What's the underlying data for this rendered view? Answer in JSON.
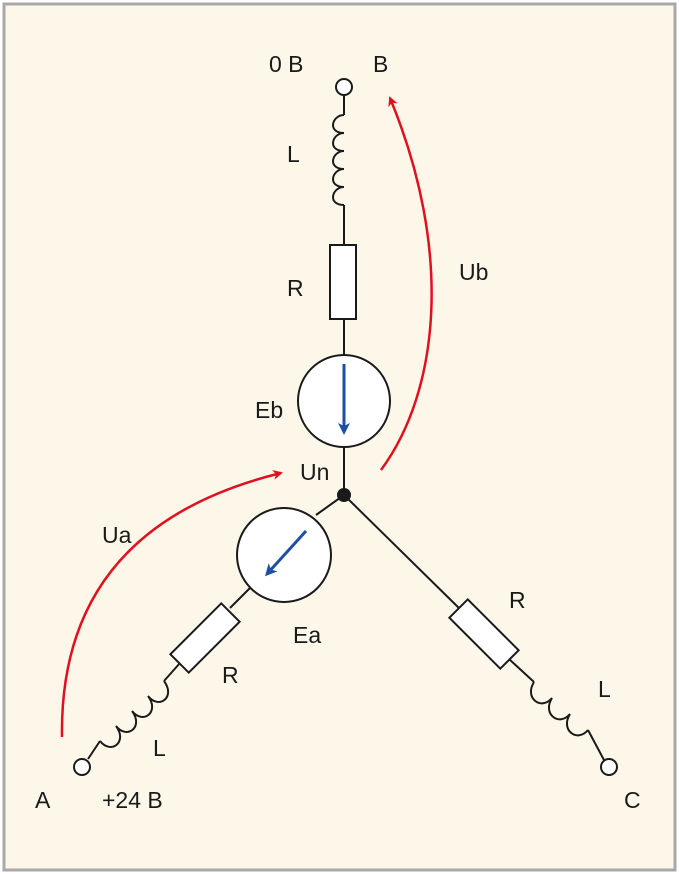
{
  "labels": {
    "zero_b": "0 B",
    "b": "B",
    "l_b": "L",
    "r_b": "R",
    "ub": "Ub",
    "eb": "Eb",
    "un": "Un",
    "ua": "Ua",
    "ea": "Ea",
    "r_a": "R",
    "l_a": "L",
    "a": "A",
    "plus24": "+24 B",
    "r_c": "R",
    "l_c": "L",
    "c": "C"
  },
  "colors": {
    "background": "#fdf7e9",
    "border": "#a9a9a9",
    "wire": "#1a1a1a",
    "voltage_arrow": "#e0101e",
    "emf_arrow": "#1e4fa0"
  }
}
